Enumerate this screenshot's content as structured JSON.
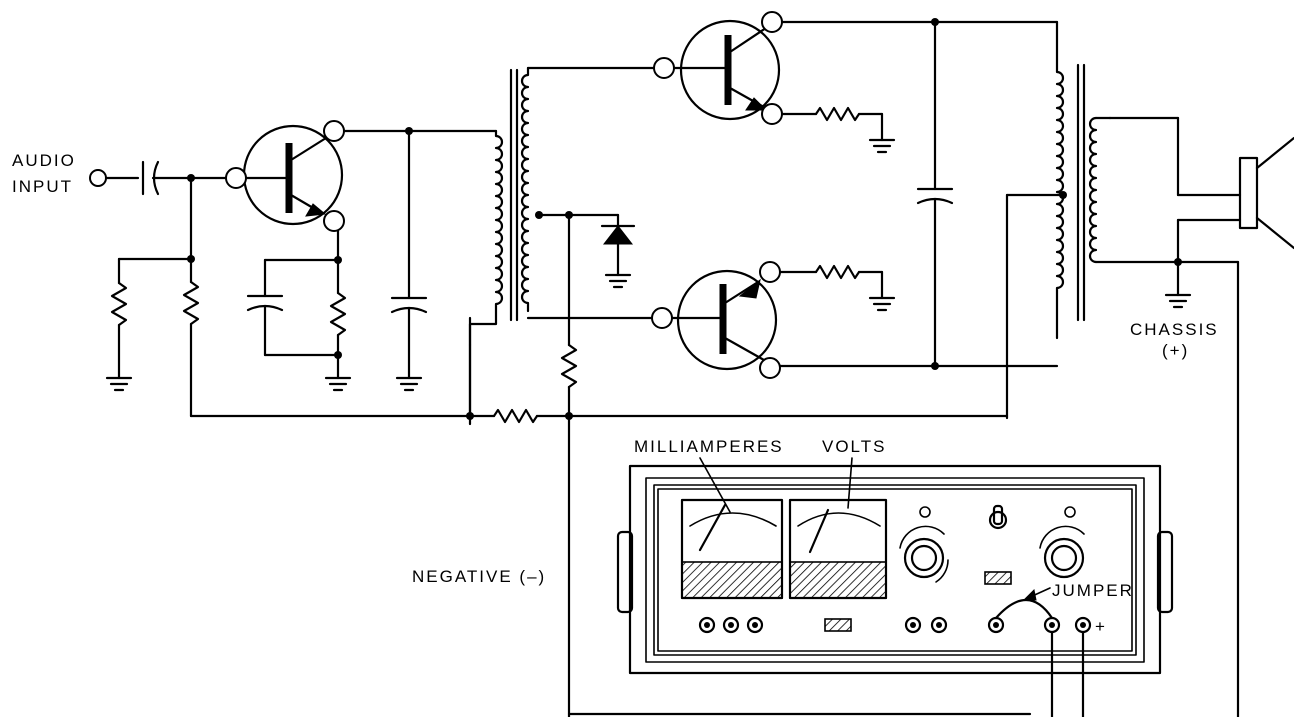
{
  "labels": {
    "audio": "AUDIO",
    "input": "INPUT",
    "chassis": "CHASSIS",
    "chassis_polarity": "(+)",
    "milliamperes": "MILLIAMPERES",
    "volts": "VOLTS",
    "negative": "NEGATIVE (–)",
    "jumper": "JUMPER",
    "plus_terminal": "+"
  }
}
